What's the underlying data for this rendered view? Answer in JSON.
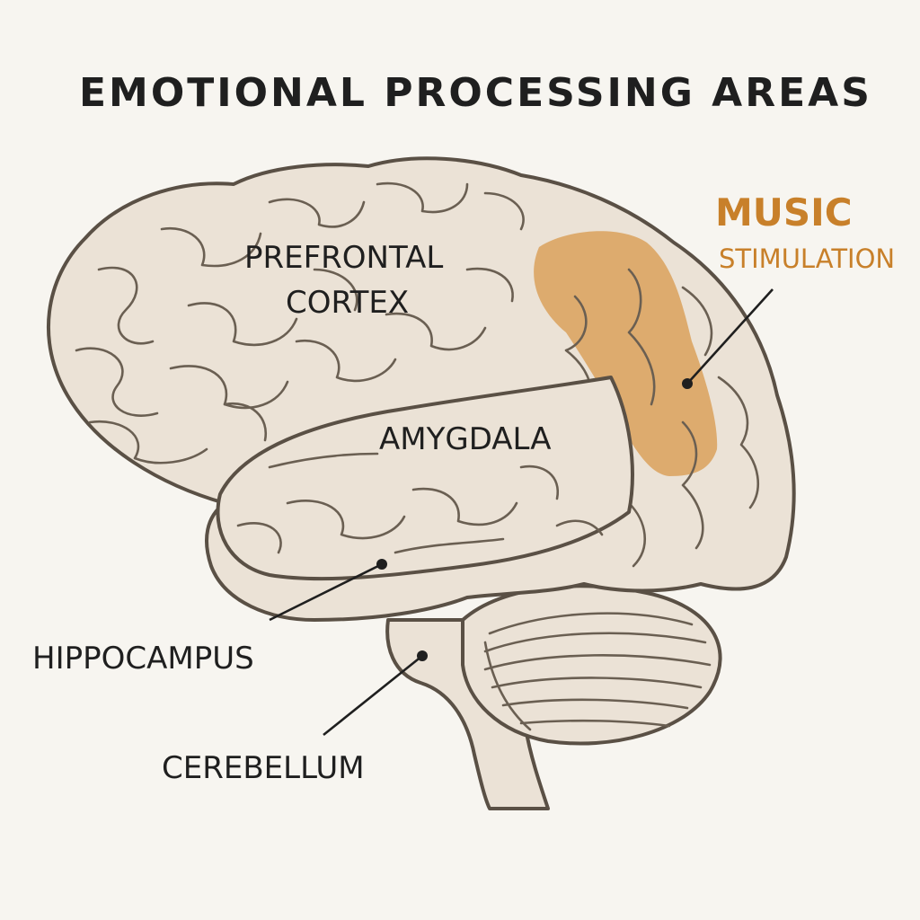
{
  "title": "EMOTIONAL PROCESSING AREAS",
  "labels": {
    "prefrontal_line1": "PREFRONTAL",
    "prefrontal_line2": "CORTEX",
    "amygdala": "AMYGDALA",
    "hippocampus": "HIPPOCAMPUS",
    "cerebellum": "CEREBELLUM",
    "music_line1": "MUSIC",
    "music_line2": "STIMULATION"
  },
  "colors": {
    "background": "#f7f5f0",
    "brain_fill": "#ebe2d6",
    "outline": "#5a5045",
    "highlight": "#dba15c",
    "accent_text": "#c8802a",
    "text": "#1f1f1f"
  }
}
